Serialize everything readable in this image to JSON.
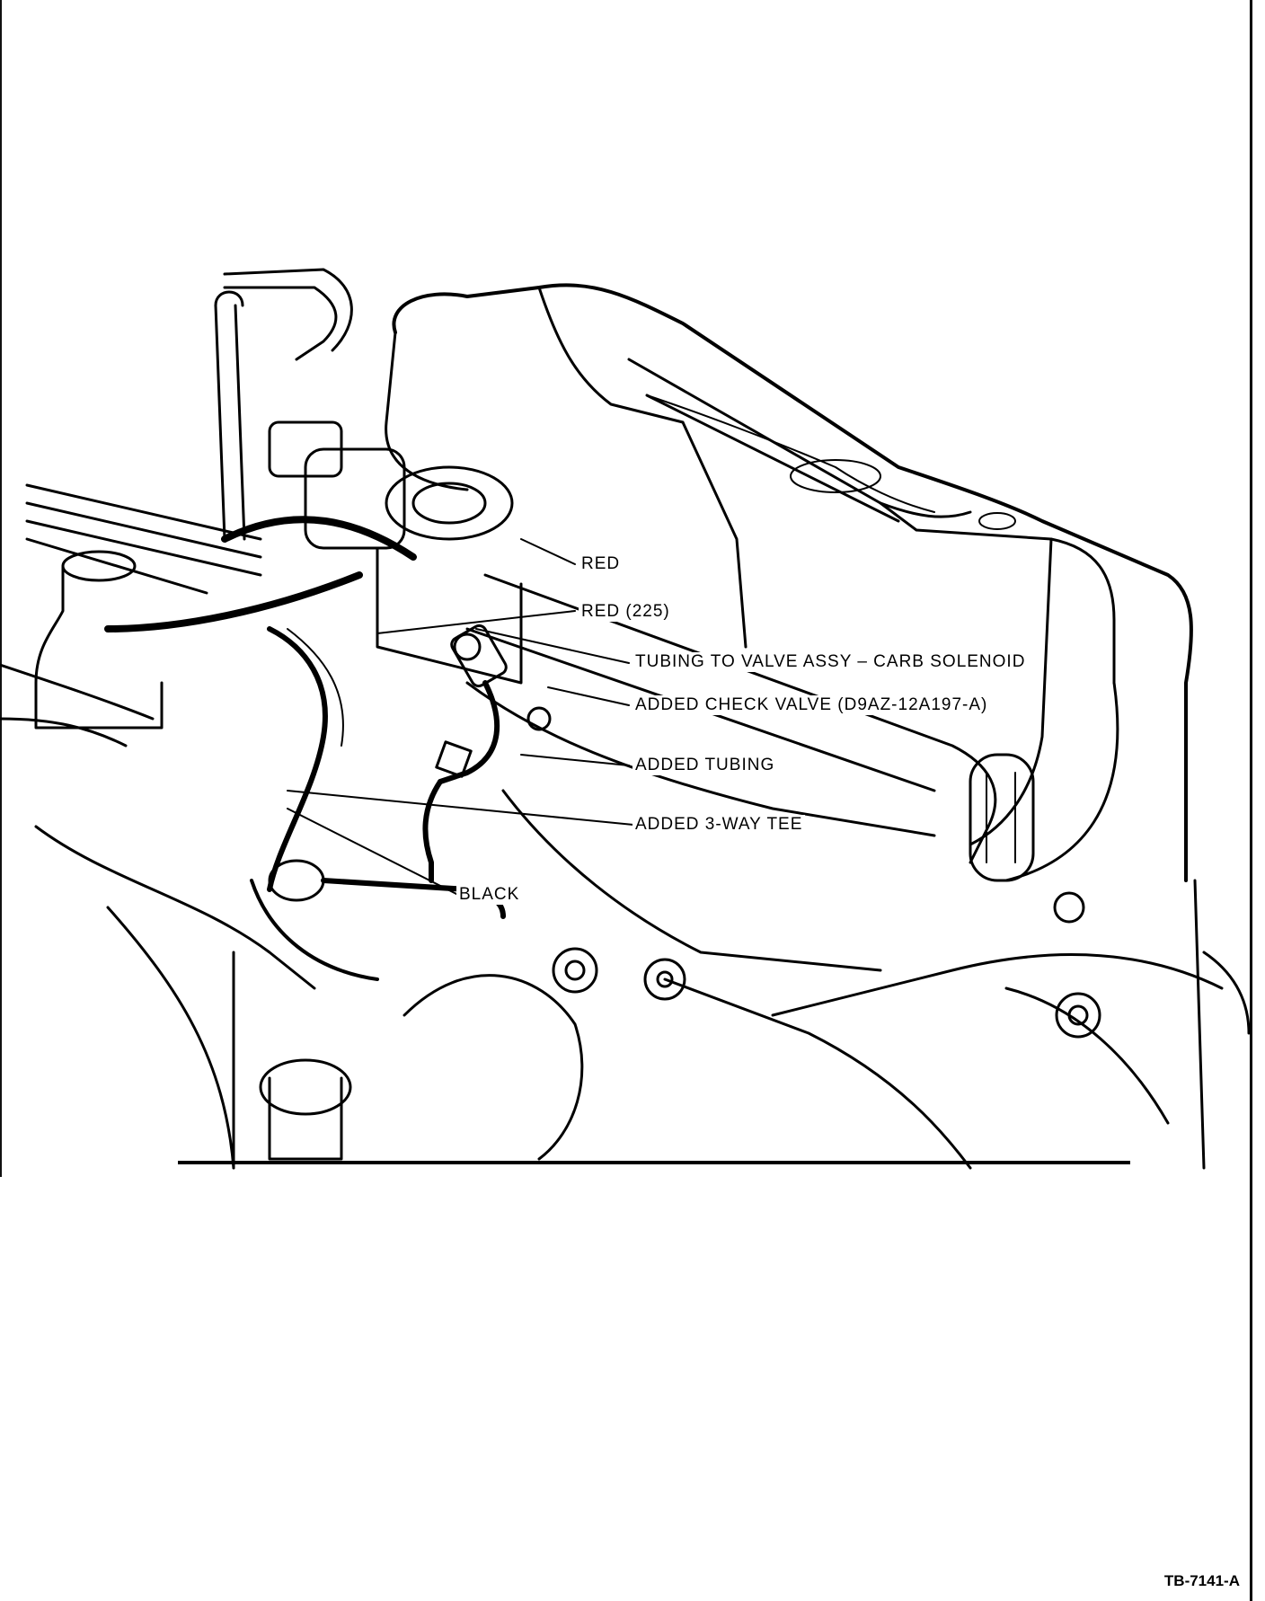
{
  "callouts": {
    "red": "RED",
    "red_225": "RED (225)",
    "tubing_to_valve": "TUBING TO VALVE ASSY – CARB SOLENOID",
    "check_valve": "ADDED CHECK VALVE (D9AZ-12A197-A)",
    "added_tubing": "ADDED TUBING",
    "three_way_tee": "ADDED 3-WAY TEE",
    "black": "BLACK"
  },
  "figure_id": "TB-7141-A"
}
